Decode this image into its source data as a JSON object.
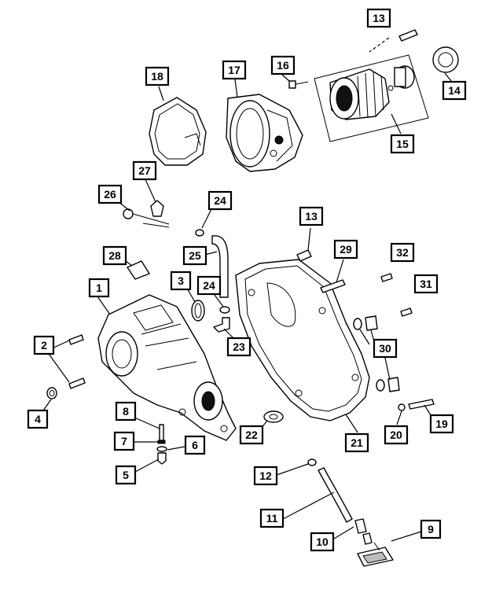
{
  "diagram": {
    "callouts": {
      "c1": "1",
      "c2": "2",
      "c3": "3",
      "c4": "4",
      "c5": "5",
      "c6": "6",
      "c7": "7",
      "c8": "8",
      "c9": "9",
      "c10": "10",
      "c11": "11",
      "c12": "12",
      "c13a": "13",
      "c13b": "13",
      "c14": "14",
      "c15": "15",
      "c16": "16",
      "c17": "17",
      "c18": "18",
      "c19": "19",
      "c20": "20",
      "c21": "21",
      "c22": "22",
      "c23": "23",
      "c24a": "24",
      "c24b": "24",
      "c25": "25",
      "c26": "26",
      "c27": "27",
      "c28": "28",
      "c29": "29",
      "c30": "30",
      "c31": "31",
      "c32": "32"
    }
  }
}
